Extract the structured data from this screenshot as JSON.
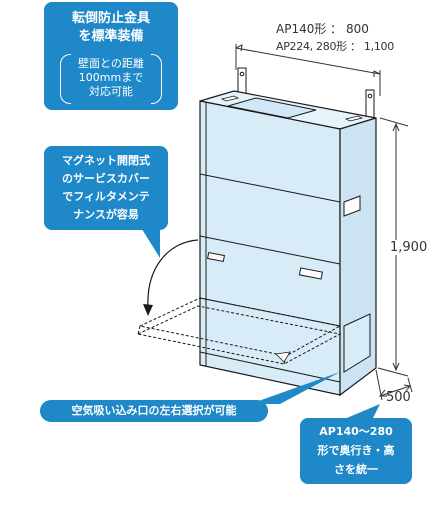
{
  "callouts": {
    "anti_tip": {
      "title": "転倒防止金具\nを標準装備",
      "note": "壁面との距離\n100mmまで\n対応可能"
    },
    "magnet_cover": {
      "text": "マグネット開閉式\nのサービスカバー\nでフィルタメンテ\nナンスが容易"
    },
    "intake": {
      "text": "空気吸い込み口の左右選択が可能"
    },
    "depth_height": {
      "text": "AP140〜280\n形で奥行き・高\nさを統一"
    }
  },
  "dimensions": {
    "width_ap140": "AP140形 ： 800",
    "width_ap224": "AP224, 280形 ： 1,100",
    "height": "1,900",
    "depth": "500"
  },
  "colors": {
    "callout_blue": "#1e88c8",
    "unit_fill": "#d8ecf8",
    "unit_top": "#e6f3fb",
    "unit_side": "#cbe3f3",
    "line": "#1a1a1a"
  }
}
